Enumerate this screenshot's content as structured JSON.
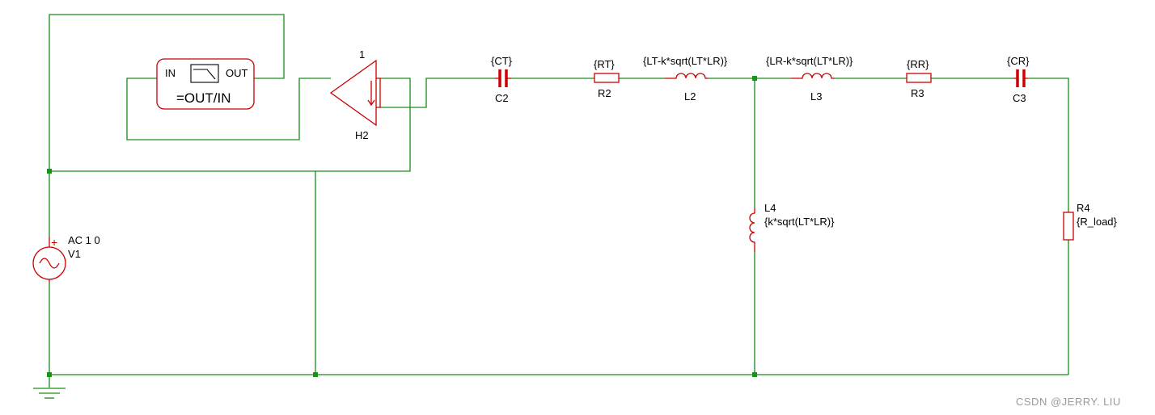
{
  "colors": {
    "wire": "#1a8c1a",
    "component": "#cc0000",
    "node": "#149614",
    "text": "#000000",
    "watermark": "#9a9a9a"
  },
  "filter_block": {
    "in_label": "IN",
    "out_label": "OUT",
    "expression": "=OUT/IN",
    "icon": "lowpass-icon"
  },
  "components": {
    "h2": {
      "ref": "H2",
      "value": "1"
    },
    "c2": {
      "ref": "C2",
      "value": "{CT}"
    },
    "r2": {
      "ref": "R2",
      "value": "{RT}"
    },
    "l2": {
      "ref": "L2",
      "value": "{LT-k*sqrt(LT*LR)}"
    },
    "l3": {
      "ref": "L3",
      "value": "{LR-k*sqrt(LT*LR)}"
    },
    "r3": {
      "ref": "R3",
      "value": "{RR}"
    },
    "c3": {
      "ref": "C3",
      "value": "{CR}"
    },
    "l4": {
      "ref": "L4",
      "value": "{k*sqrt(LT*LR)}"
    },
    "r4": {
      "ref": "R4",
      "value": "{R_load}"
    },
    "v1": {
      "ref": "V1",
      "value": "AC 1 0",
      "polarity": "+"
    }
  },
  "ground": {
    "icon": "ground-icon"
  },
  "watermark": "CSDN @JERRY. LIU"
}
